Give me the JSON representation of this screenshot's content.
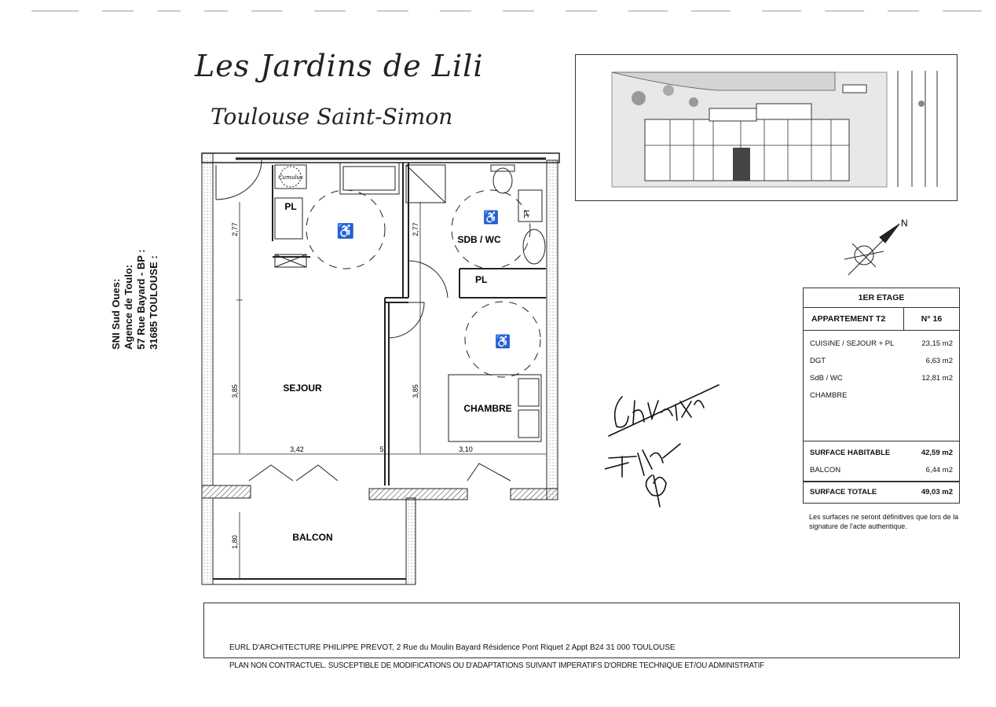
{
  "header": {
    "title": "Les Jardins de Lili",
    "subtitle": "Toulouse Saint-Simon"
  },
  "address_stamp": {
    "line1": "SNI Sud Oues:",
    "line2": "Agence de Toulo:",
    "line3": "57 Rue Bayard - BP :",
    "line4": "31685 TOULOUSE :"
  },
  "plan": {
    "rooms": {
      "sejour": "SEJOUR",
      "chambre": "CHAMBRE",
      "sdb": "SDB / WC",
      "balcon": "BALCON",
      "pl1": "PL",
      "pl2": "PL",
      "ll": "LL",
      "cumulus": "Cumulus"
    },
    "dims": {
      "h1": "2,77",
      "h2": "2,77",
      "h3": "3,85",
      "h4": "3,85",
      "w1": "3,42",
      "w2": "5",
      "w3": "3,10",
      "b1": "1,80"
    }
  },
  "compass": {
    "label": "N"
  },
  "surface_table": {
    "floor": "1ER ETAGE",
    "apartment": "APPARTEMENT T2",
    "number": "N° 16",
    "rows": [
      {
        "label": "CUISINE / SEJOUR + PL",
        "value": "23,15 m2"
      },
      {
        "label": "DGT",
        "value": "6,63 m2"
      },
      {
        "label": "SdB / WC",
        "value": "12,81 m2"
      },
      {
        "label": "CHAMBRE",
        "value": ""
      }
    ],
    "habitable_label": "SURFACE HABITABLE",
    "habitable_value": "42,59 m2",
    "balcon_label": "BALCON",
    "balcon_value": "6,44 m2",
    "total_label": "SURFACE TOTALE",
    "total_value": "49,03 m2"
  },
  "note": "Les surfaces ne seront définitives que lors de la signature de l'acte authentique.",
  "footer": {
    "architect": "EURL D'ARCHITECTURE PHILIPPE PREVOT, 2 Rue du Moulin Bayard Résidence Pont Riquet 2  Appt B24  31 000 TOULOUSE",
    "disclaimer": "PLAN NON CONTRACTUEL. SUSCEPTIBLE DE MODIFICATIONS OU D'ADAPTATIONS SUIVANT IMPERATIFS D'ORDRE TECHNIQUE ET/OU ADMINISTRATIF"
  }
}
